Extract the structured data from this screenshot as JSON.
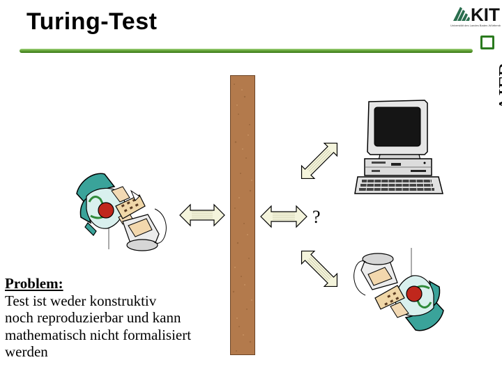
{
  "slide": {
    "title": "Turing-Test",
    "question_mark": "?"
  },
  "logos": {
    "kit_text": "KIT",
    "kit_subtitle": "Universität des Landes Baden-Württemberg",
    "aifb_text": "AIFB",
    "accent_color": "#2a7a1e",
    "title_rule_color": "#5a9a2e"
  },
  "problem": {
    "heading": "Problem:",
    "lines": [
      "Test ist weder konstruktiv",
      "noch reproduzierbar und kann",
      "mathematisch nicht formalisiert",
      "werden"
    ]
  }
}
